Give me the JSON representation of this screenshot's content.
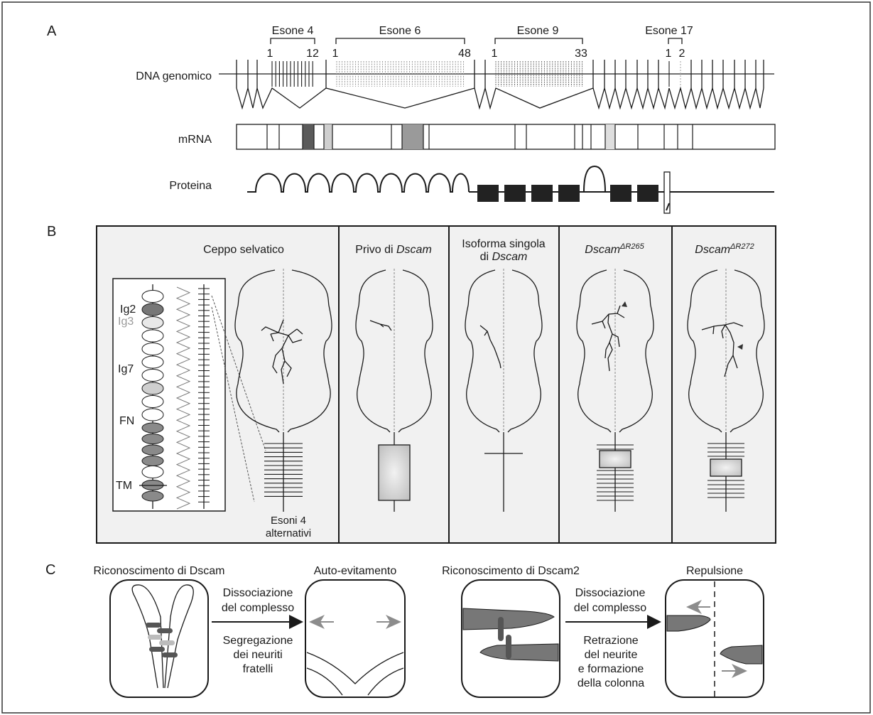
{
  "panels": {
    "a": "A",
    "b": "B",
    "c": "C"
  },
  "panel_a": {
    "rows": {
      "dna": "DNA genomico",
      "mrna": "mRNA",
      "protein": "Proteina"
    },
    "exon_groups": [
      {
        "name": "Esone 4",
        "first": "1",
        "last": "12"
      },
      {
        "name": "Esone 6",
        "first": "1",
        "last": "48"
      },
      {
        "name": "Esone 9",
        "first": "1",
        "last": "33"
      },
      {
        "name": "Esone 17",
        "first": "1",
        "last": "2"
      }
    ]
  },
  "panel_b": {
    "columns": [
      {
        "title": "Ceppo selvatico"
      },
      {
        "title_pre": "Privo di ",
        "title_italic": "Dscam"
      },
      {
        "title_line1": "Isoforma singola",
        "title_pre": "di ",
        "title_italic": "Dscam"
      },
      {
        "title_italic": "Dscam",
        "title_sup": "ΔR265"
      },
      {
        "title_italic": "Dscam",
        "title_sup": "ΔR272"
      }
    ],
    "domain_labels": {
      "ig2": "Ig2",
      "ig3": "Ig3",
      "ig7": "Ig7",
      "fn": "FN",
      "tm": "TM"
    },
    "exon_caption": [
      "Esoni 4",
      "alternativi"
    ]
  },
  "panel_c": {
    "left": {
      "title": "Riconoscimento di Dscam",
      "arrow_top": [
        "Dissociazione",
        "del complesso"
      ],
      "arrow_bottom": [
        "Segregazione",
        "dei neuriti",
        "fratelli"
      ],
      "result": "Auto-evitamento"
    },
    "right": {
      "title": "Riconoscimento di Dscam2",
      "arrow_top": [
        "Dissociazione",
        "del complesso"
      ],
      "arrow_bottom": [
        "Retrazione",
        "del neurite",
        "e formazione",
        "della colonna"
      ],
      "result": "Repulsione"
    }
  },
  "colors": {
    "dark": "#555555",
    "mid": "#8c8c8c",
    "light": "#cfcfcf",
    "line": "#1a1a1a",
    "panel_bg": "#f1f1f1"
  }
}
